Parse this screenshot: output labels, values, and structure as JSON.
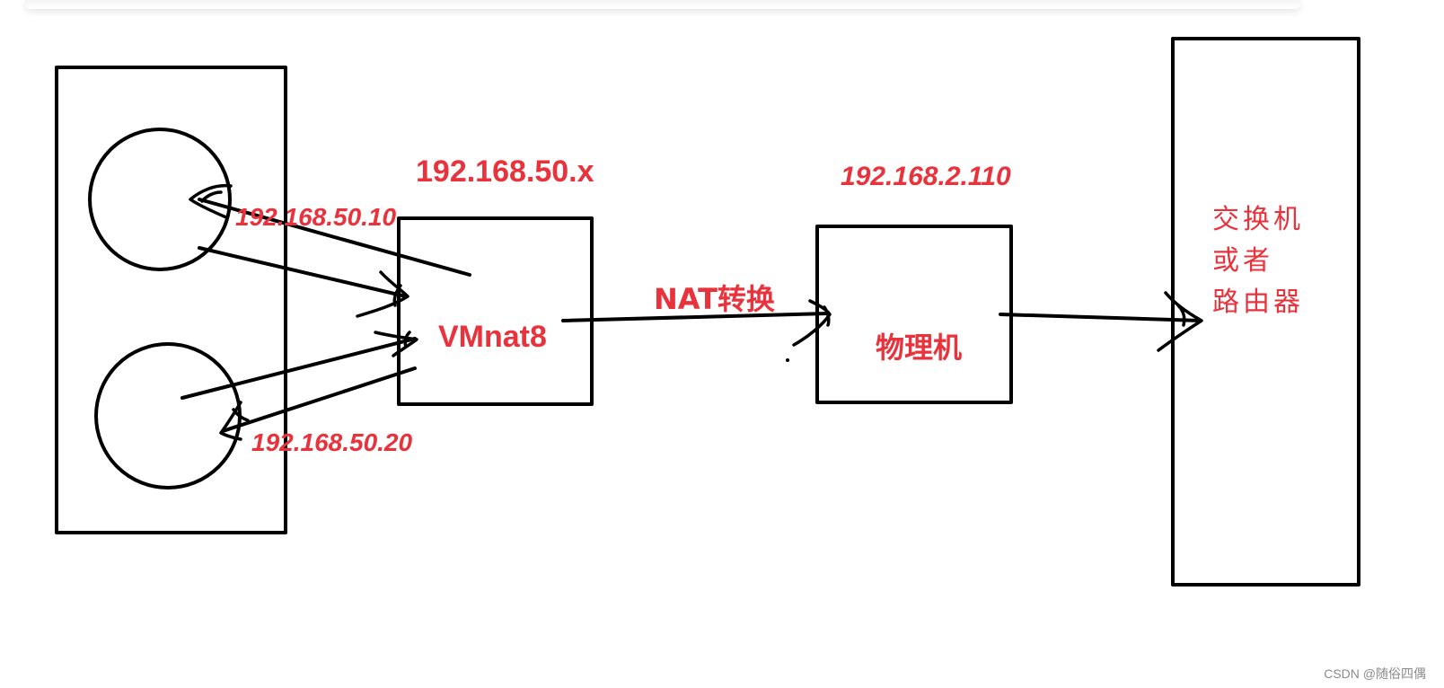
{
  "labels": {
    "subnet": "192.168.50.x",
    "vm1_ip": "192.168.50.10",
    "vm2_ip": "192.168.50.20",
    "vmnat": "VMnat8",
    "nat": "NAT转换",
    "host_ip": "192.168.2.110",
    "host": "物理机",
    "switch_line1": "交换机",
    "switch_line2": "或者",
    "switch_line3": "路由器"
  },
  "watermark": "CSDN @随俗四偶",
  "colors": {
    "label": "#e8323c",
    "stroke": "#000000",
    "background": "#ffffff",
    "watermark": "#8a8a8a"
  }
}
